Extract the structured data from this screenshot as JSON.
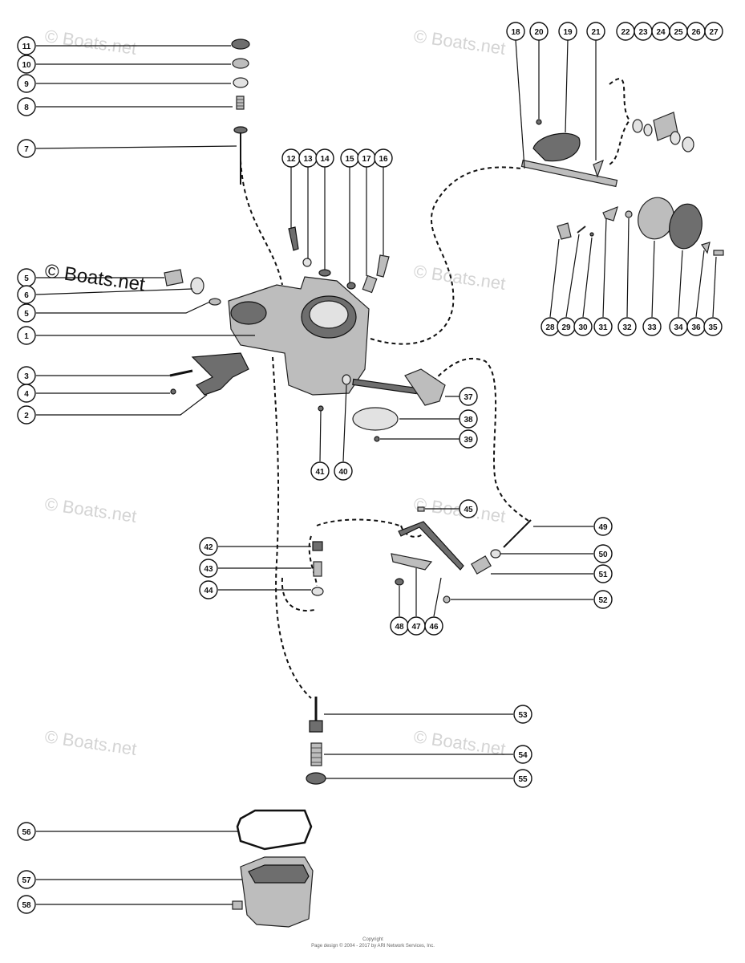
{
  "watermarks": [
    {
      "text": "© Boats.net"
    },
    {
      "text": "© Boats.net"
    },
    {
      "text": "© Boats.net"
    },
    {
      "text": "© Boats.net"
    },
    {
      "text": "© Boats.net"
    },
    {
      "text": "© Boats.net"
    },
    {
      "text": "© Boats.net"
    },
    {
      "text": "© Boats.net"
    }
  ],
  "watermark_strong": "© Boats.net",
  "footer": {
    "line1": "Copyright",
    "line2": "Page design © 2004 - 2017 by ARI Network Services, Inc."
  },
  "callouts": {
    "c11": "11",
    "c10": "10",
    "c9": "9",
    "c8": "8",
    "c7": "7",
    "c5a": "5",
    "c6": "6",
    "c5b": "5",
    "c1": "1",
    "c3": "3",
    "c4": "4",
    "c2": "2",
    "c12": "12",
    "c13": "13",
    "c14": "14",
    "c15": "15",
    "c17": "17",
    "c16": "16",
    "c18": "18",
    "c20": "20",
    "c19": "19",
    "c21": "21",
    "c22": "22",
    "c23": "23",
    "c24": "24",
    "c25": "25",
    "c26": "26",
    "c27": "27",
    "c28": "28",
    "c29": "29",
    "c30": "30",
    "c31": "31",
    "c32": "32",
    "c33": "33",
    "c34": "34",
    "c36": "36",
    "c35": "35",
    "c37": "37",
    "c38": "38",
    "c39": "39",
    "c41": "41",
    "c40": "40",
    "c45": "45",
    "c49": "49",
    "c50": "50",
    "c51": "51",
    "c52": "52",
    "c42": "42",
    "c43": "43",
    "c44": "44",
    "c48": "48",
    "c47": "47",
    "c46": "46",
    "c53": "53",
    "c54": "54",
    "c55": "55",
    "c56": "56",
    "c57": "57",
    "c58": "58"
  }
}
